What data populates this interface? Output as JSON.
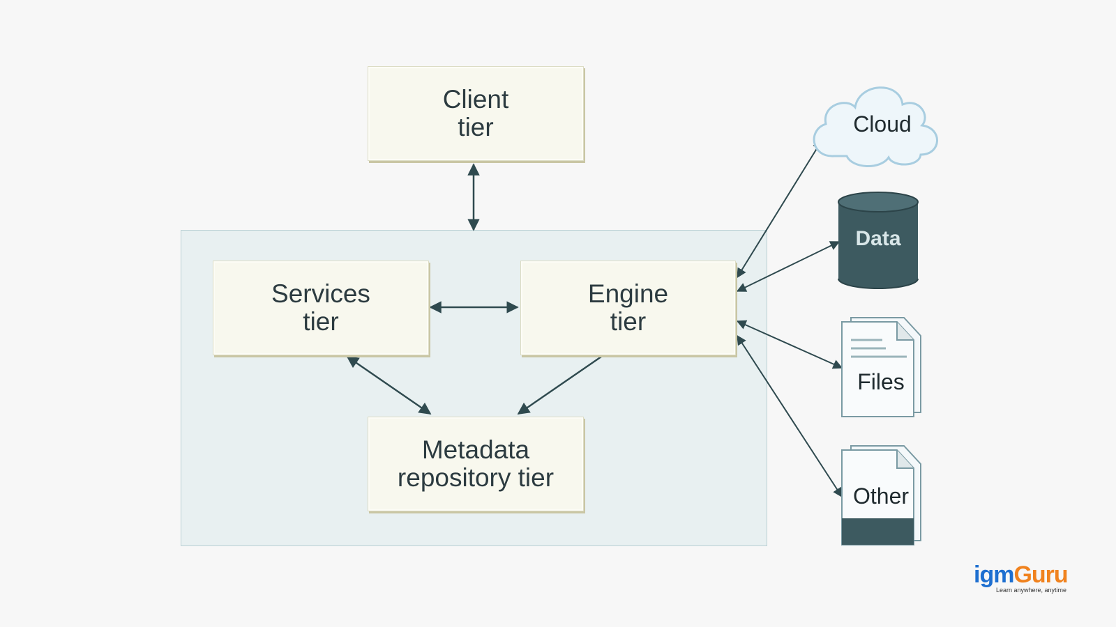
{
  "diagram": {
    "client_tier": {
      "line1": "Client",
      "line2": "tier"
    },
    "services_tier": {
      "line1": "Services",
      "line2": "tier"
    },
    "engine_tier": {
      "line1": "Engine",
      "line2": "tier"
    },
    "metadata_tier": {
      "line1": "Metadata",
      "line2": "repository tier"
    },
    "resources": {
      "cloud": "Cloud",
      "data": "Data",
      "files": "Files",
      "other": "Other"
    }
  },
  "logo": {
    "igm": "igm",
    "guru": "Guru",
    "tagline": "Learn anywhere, anytime"
  },
  "colors": {
    "background": "#f7f7f7",
    "container_fill": "#e8f0f1",
    "box_fill": "#f8f8ee",
    "arrow": "#2f4a4f",
    "database": "#3d5a60",
    "cloud_fill": "#eef6fa",
    "brand_blue": "#1e6fd0",
    "brand_orange": "#f0821e"
  }
}
